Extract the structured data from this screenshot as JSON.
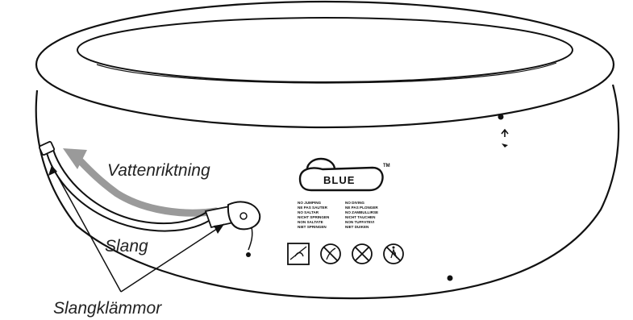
{
  "labels": {
    "water_direction": "Vattenriktning",
    "hose": "Slang",
    "hose_clamps": "Slangklämmor"
  },
  "logo": {
    "text": "BLUE",
    "trademark": "TM"
  },
  "warnings": {
    "left": [
      "NO JUMPING",
      "NE PAS SAUTER",
      "NO SALTAR",
      "NICHT SPRINGEN",
      "NON SALTATE",
      "NIET SPRINGEN"
    ],
    "right": [
      "NO DIVING",
      "NE PAS PLONGER",
      "NO ZAMBULLIRSE",
      "NICHT TAUCHEN",
      "NON TUFFATEVI",
      "NIET DUIKEN"
    ]
  },
  "icons": [
    "pool-depth-icon",
    "no-diving-icon",
    "no-entry-icon",
    "no-jumping-icon"
  ],
  "colors": {
    "line": "#111111",
    "arrow": "#9a9a9a",
    "background": "#ffffff"
  }
}
